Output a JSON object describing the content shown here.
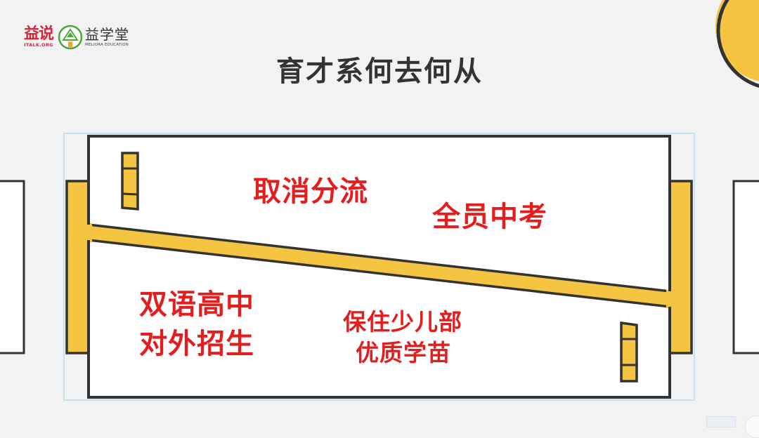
{
  "logos": {
    "yishuo": {
      "cn": "益说",
      "en": "ITALK.ORG",
      "color": "#d4243a"
    },
    "yixuetang": {
      "cn": "益学堂",
      "en": "MELIORA EDUCATION",
      "icon": "tree-in-circle-icon"
    }
  },
  "slide": {
    "title": "育才系何去何从",
    "upper_section": {
      "labels": [
        "取消分流",
        "全员中考"
      ]
    },
    "lower_section": {
      "left_block": [
        "双语高中",
        "对外招生"
      ],
      "right_block": [
        "保住少儿部",
        "优质学苗"
      ]
    }
  },
  "colors": {
    "background": "#f2f2f2",
    "accent_yellow": "#f5c542",
    "outline": "#333333",
    "label_red": "#e21e1e",
    "title_text": "#333333",
    "selection_outline": "#9fd3ee"
  }
}
